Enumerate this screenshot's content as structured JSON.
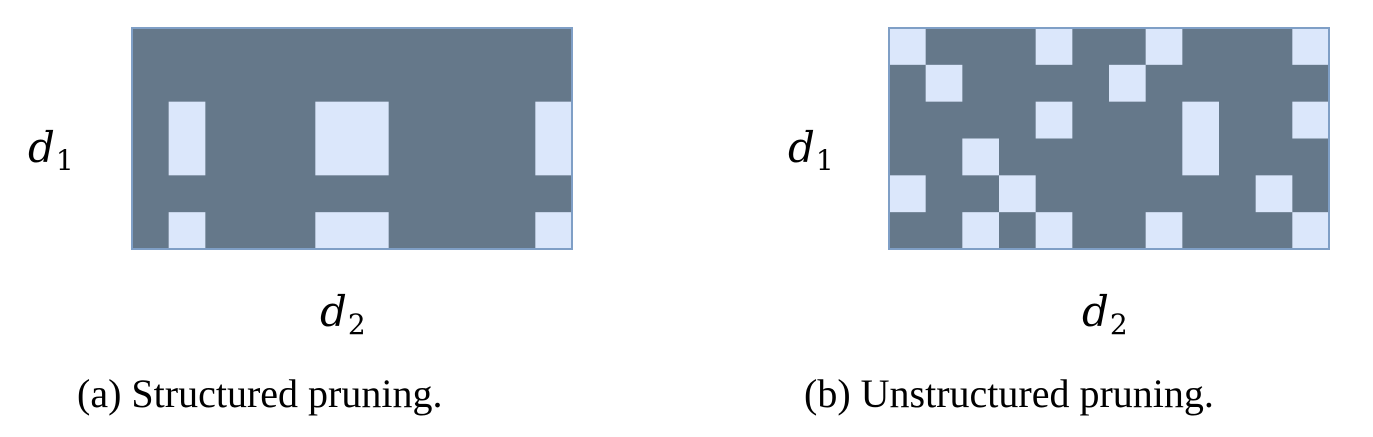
{
  "colors": {
    "retained": "#65788a",
    "pruned": "#dbe7fb",
    "border": "#7f9fc6",
    "text": "#000000"
  },
  "grid": {
    "rows": 6,
    "cols": 12
  },
  "panels": [
    {
      "id": "structured",
      "caption": "(a) Structured pruning.",
      "row_label": {
        "base": "d",
        "sub": "1"
      },
      "col_label": {
        "base": "d",
        "sub": "2"
      },
      "pruned_cells": [
        [
          2,
          1
        ],
        [
          3,
          1
        ],
        [
          5,
          1
        ],
        [
          2,
          5
        ],
        [
          2,
          6
        ],
        [
          3,
          5
        ],
        [
          3,
          6
        ],
        [
          5,
          5
        ],
        [
          5,
          6
        ],
        [
          2,
          11
        ],
        [
          3,
          11
        ],
        [
          5,
          11
        ]
      ]
    },
    {
      "id": "unstructured",
      "caption": "(b) Unstructured pruning.",
      "row_label": {
        "base": "d",
        "sub": "1"
      },
      "col_label": {
        "base": "d",
        "sub": "2"
      },
      "pruned_cells": [
        [
          0,
          0
        ],
        [
          0,
          4
        ],
        [
          0,
          7
        ],
        [
          0,
          11
        ],
        [
          1,
          1
        ],
        [
          1,
          6
        ],
        [
          2,
          4
        ],
        [
          2,
          8
        ],
        [
          2,
          11
        ],
        [
          3,
          2
        ],
        [
          3,
          8
        ],
        [
          4,
          0
        ],
        [
          4,
          3
        ],
        [
          4,
          10
        ],
        [
          5,
          2
        ],
        [
          5,
          4
        ],
        [
          5,
          7
        ],
        [
          5,
          11
        ]
      ]
    }
  ]
}
